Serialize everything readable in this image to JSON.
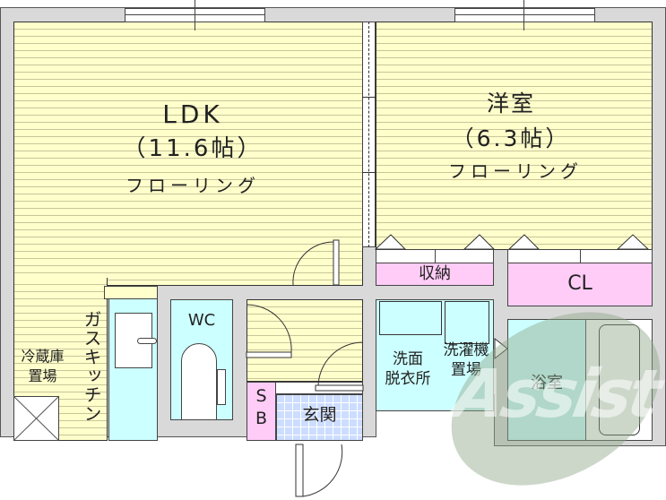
{
  "floorplan": {
    "rooms": {
      "ldk": {
        "name": "LDK",
        "size": "（11.6帖）",
        "floor": "フローリング"
      },
      "western": {
        "name": "洋室",
        "size": "（6.3帖）",
        "floor": "フローリング"
      },
      "storage": {
        "name": "収納"
      },
      "closet": {
        "name": "CL"
      },
      "wc": {
        "name": "WC"
      },
      "kitchen": {
        "name": "ガスキッチン"
      },
      "fridge": {
        "line1": "冷蔵庫",
        "line2": "置場"
      },
      "washroom": {
        "line1": "洗面",
        "line2": "脱衣所"
      },
      "washer": {
        "line1": "洗濯機",
        "line2": "置場"
      },
      "bath": {
        "name": "浴室"
      },
      "shoebox": {
        "line1": "S",
        "line2": "B"
      },
      "entrance": {
        "name": "玄関"
      }
    },
    "watermark": {
      "text": "Assist"
    },
    "colors": {
      "floor": "#ffffcc",
      "wall": "#d9d9d9",
      "storage": "#ffccf7",
      "wet_area": "#ccffff",
      "entrance_tile": "#ccddff",
      "watermark": "#8fa88a"
    }
  }
}
